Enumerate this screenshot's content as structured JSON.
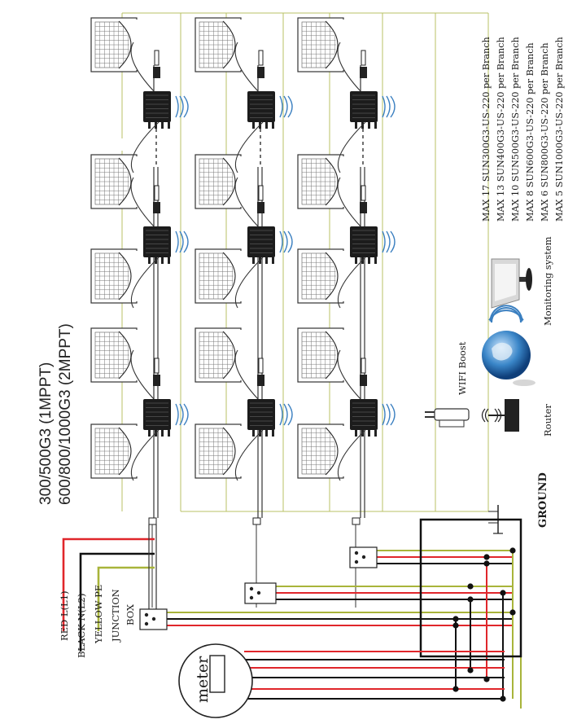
{
  "title_lines": [
    "300/500G3 (1MPPT)",
    "600/800/1000G3 (2MPPT)"
  ],
  "branch_limits": [
    "MAX 17 SUN300G3-US-220 per Branch",
    "MAX 13 SUN400G3-US-220 per Branch",
    "MAX 10 SUN500G3-US-220 per Branch",
    "MAX 8 SUN600G3-US-220 per Branch",
    "MAX 6 SUN800G3-US-220 per Branch",
    "MAX 5 SUN1000G3-US-220 per Branch"
  ],
  "wire_labels": {
    "red": "RED L(L1)",
    "black": "BLACK N(L2)",
    "yellow": "YELLOW  PE"
  },
  "junction_box": [
    "JUNCTION",
    "BOX"
  ],
  "meter": "meter",
  "ground": "GROUND",
  "wifi_boost": "WIFI Boost",
  "router": "Router",
  "monitoring": "Monitoring system",
  "colors": {
    "red": "#e0262b",
    "black": "#111111",
    "yellow": "#a8b43a",
    "signal": "#3a7fc0"
  },
  "icons": [
    "solar-panel-icon",
    "microinverter-icon",
    "wifi-signal-icon",
    "globe-icon",
    "monitor-icon",
    "router-icon",
    "wifi-boost-icon",
    "meter-icon"
  ]
}
